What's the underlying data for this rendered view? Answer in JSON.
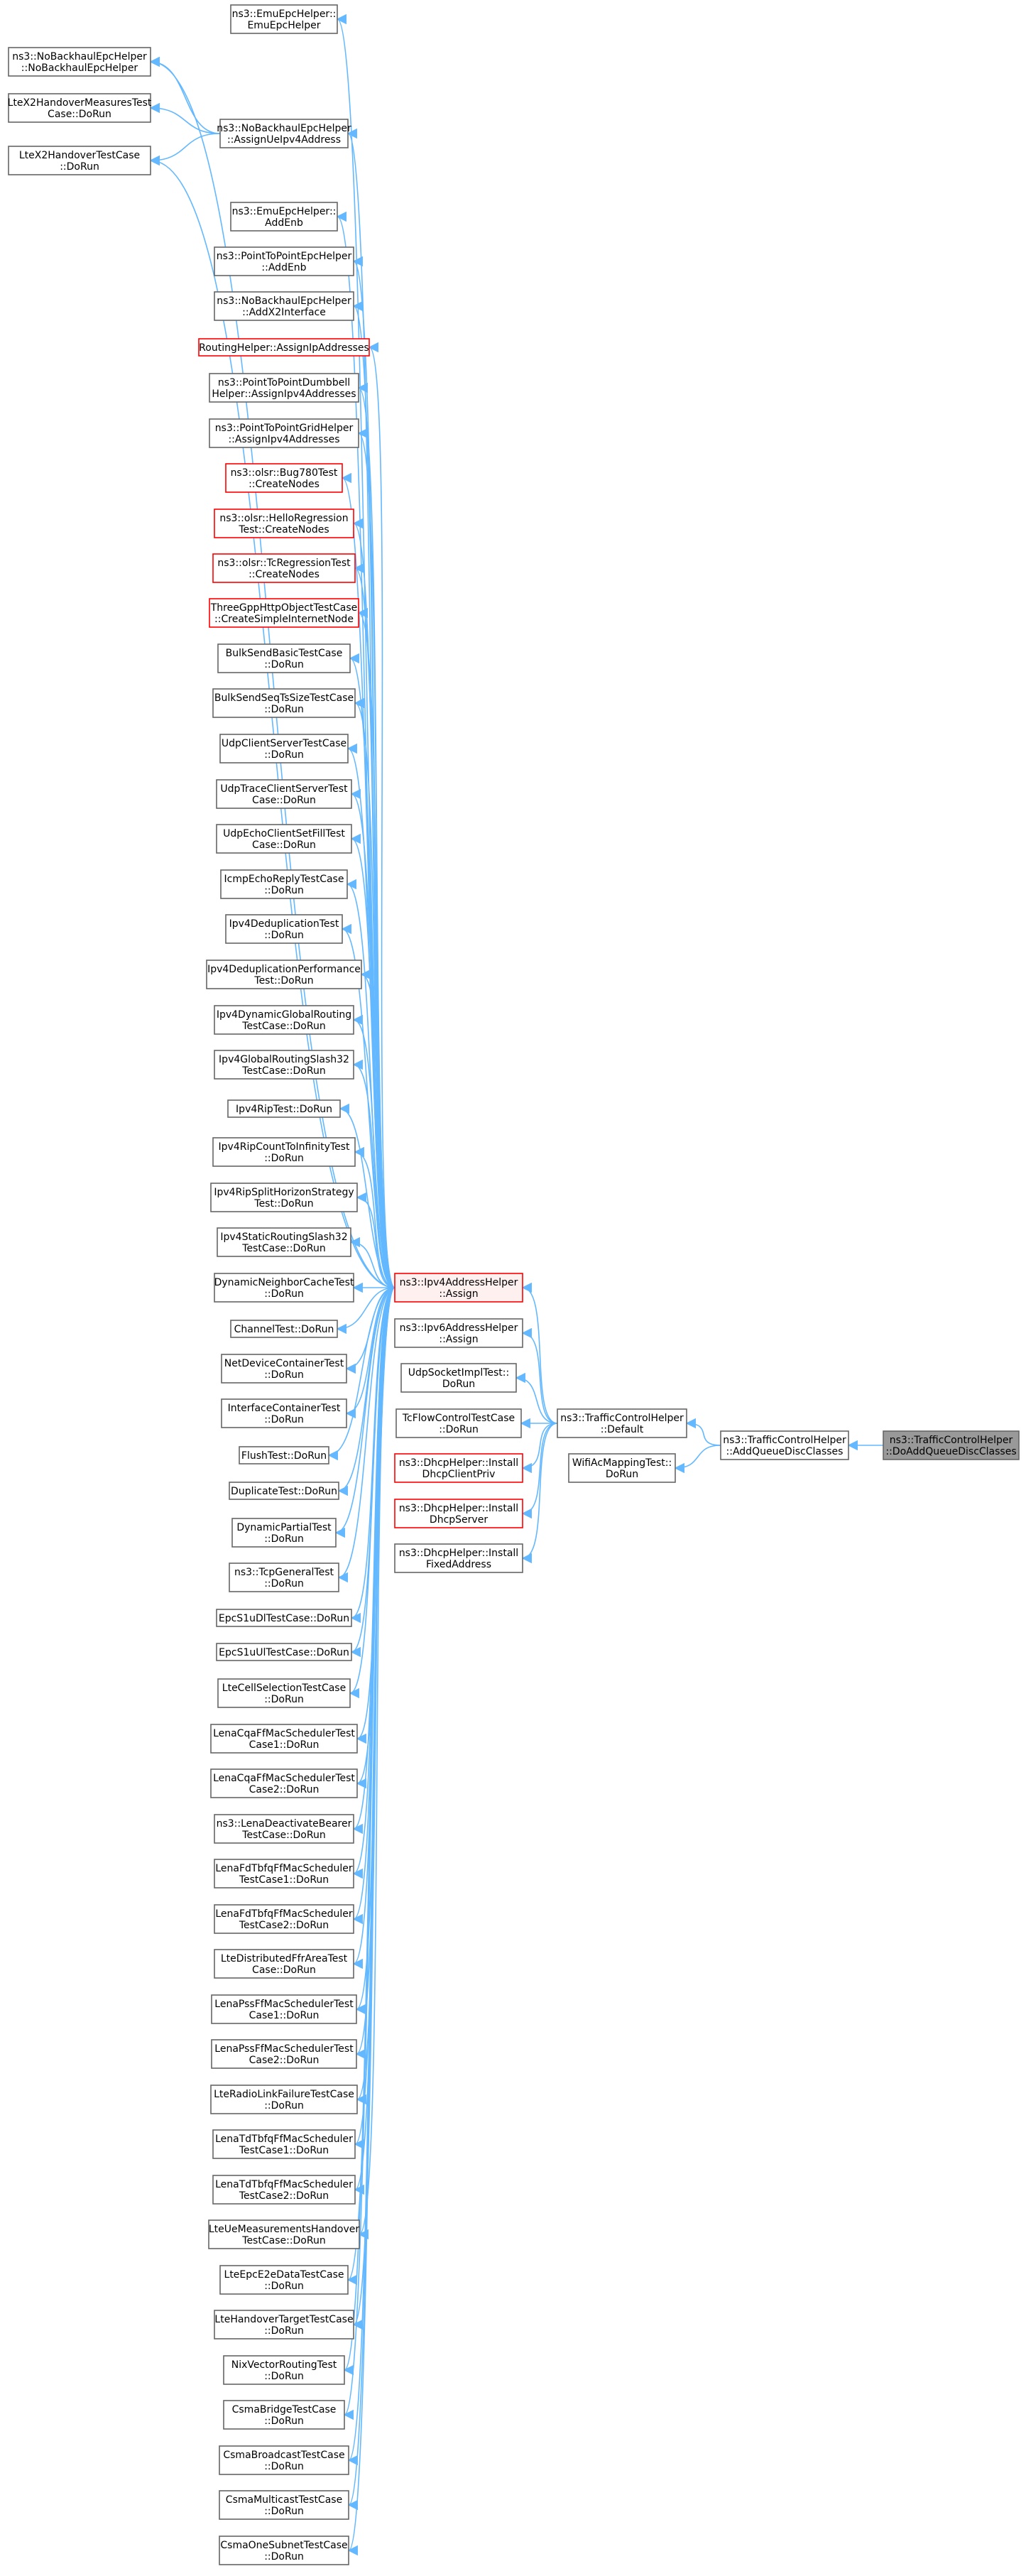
{
  "graph": {
    "title": "",
    "nodes": [
      {
        "id": "n0",
        "lines": [
          "ns3::EmuEpcHelper::",
          "EmuEpcHelper"
        ],
        "style": "normal"
      },
      {
        "id": "n1",
        "lines": [
          "ns3::NoBackhaulEpcHelper",
          "::NoBackhaulEpcHelper"
        ],
        "style": "normal"
      },
      {
        "id": "n2",
        "lines": [
          "LteX2HandoverMeasuresTest",
          "Case::DoRun"
        ],
        "style": "normal"
      },
      {
        "id": "n3",
        "lines": [
          "LteX2HandoverTestCase",
          "::DoRun"
        ],
        "style": "normal"
      },
      {
        "id": "n4",
        "lines": [
          "ns3::NoBackhaulEpcHelper",
          "::AssignUeIpv4Address"
        ],
        "style": "normal"
      },
      {
        "id": "n5",
        "lines": [
          "ns3::EmuEpcHelper::",
          "AddEnb"
        ],
        "style": "normal"
      },
      {
        "id": "n6",
        "lines": [
          "ns3::PointToPointEpcHelper",
          "::AddEnb"
        ],
        "style": "normal"
      },
      {
        "id": "n7",
        "lines": [
          "ns3::NoBackhaulEpcHelper",
          "::AddX2Interface"
        ],
        "style": "normal"
      },
      {
        "id": "n8",
        "lines": [
          "RoutingHelper::AssignIpAddresses"
        ],
        "style": "red"
      },
      {
        "id": "n9",
        "lines": [
          "ns3::PointToPointDumbbell",
          "Helper::AssignIpv4Addresses"
        ],
        "style": "normal"
      },
      {
        "id": "n10",
        "lines": [
          "ns3::PointToPointGridHelper",
          "::AssignIpv4Addresses"
        ],
        "style": "normal"
      },
      {
        "id": "n11",
        "lines": [
          "ns3::olsr::Bug780Test",
          "::CreateNodes"
        ],
        "style": "red"
      },
      {
        "id": "n12",
        "lines": [
          "ns3::olsr::HelloRegression",
          "Test::CreateNodes"
        ],
        "style": "red"
      },
      {
        "id": "n13",
        "lines": [
          "ns3::olsr::TcRegressionTest",
          "::CreateNodes"
        ],
        "style": "red"
      },
      {
        "id": "n14",
        "lines": [
          "ThreeGppHttpObjectTestCase",
          "::CreateSimpleInternetNode"
        ],
        "style": "red"
      },
      {
        "id": "n15",
        "lines": [
          "BulkSendBasicTestCase",
          "::DoRun"
        ],
        "style": "normal"
      },
      {
        "id": "n16",
        "lines": [
          "BulkSendSeqTsSizeTestCase",
          "::DoRun"
        ],
        "style": "normal"
      },
      {
        "id": "n17",
        "lines": [
          "UdpClientServerTestCase",
          "::DoRun"
        ],
        "style": "normal"
      },
      {
        "id": "n18",
        "lines": [
          "UdpTraceClientServerTest",
          "Case::DoRun"
        ],
        "style": "normal"
      },
      {
        "id": "n19",
        "lines": [
          "UdpEchoClientSetFillTest",
          "Case::DoRun"
        ],
        "style": "normal"
      },
      {
        "id": "n20",
        "lines": [
          "IcmpEchoReplyTestCase",
          "::DoRun"
        ],
        "style": "normal"
      },
      {
        "id": "n21",
        "lines": [
          "Ipv4DeduplicationTest",
          "::DoRun"
        ],
        "style": "normal"
      },
      {
        "id": "n22",
        "lines": [
          "Ipv4DeduplicationPerformance",
          "Test::DoRun"
        ],
        "style": "normal"
      },
      {
        "id": "n23",
        "lines": [
          "Ipv4DynamicGlobalRouting",
          "TestCase::DoRun"
        ],
        "style": "normal"
      },
      {
        "id": "n24",
        "lines": [
          "Ipv4GlobalRoutingSlash32",
          "TestCase::DoRun"
        ],
        "style": "normal"
      },
      {
        "id": "n25",
        "lines": [
          "Ipv4RipTest::DoRun"
        ],
        "style": "normal"
      },
      {
        "id": "n26",
        "lines": [
          "Ipv4RipCountToInfinityTest",
          "::DoRun"
        ],
        "style": "normal"
      },
      {
        "id": "n27",
        "lines": [
          "Ipv4RipSplitHorizonStrategy",
          "Test::DoRun"
        ],
        "style": "normal"
      },
      {
        "id": "n28",
        "lines": [
          "Ipv4StaticRoutingSlash32",
          "TestCase::DoRun"
        ],
        "style": "normal"
      },
      {
        "id": "n29",
        "lines": [
          "DynamicNeighborCacheTest",
          "::DoRun"
        ],
        "style": "normal"
      },
      {
        "id": "n30",
        "lines": [
          "ChannelTest::DoRun"
        ],
        "style": "normal"
      },
      {
        "id": "n31",
        "lines": [
          "NetDeviceContainerTest",
          "::DoRun"
        ],
        "style": "normal"
      },
      {
        "id": "n32",
        "lines": [
          "InterfaceContainerTest",
          "::DoRun"
        ],
        "style": "normal"
      },
      {
        "id": "n33",
        "lines": [
          "FlushTest::DoRun"
        ],
        "style": "normal"
      },
      {
        "id": "n34",
        "lines": [
          "DuplicateTest::DoRun"
        ],
        "style": "normal"
      },
      {
        "id": "n35",
        "lines": [
          "DynamicPartialTest",
          "::DoRun"
        ],
        "style": "normal"
      },
      {
        "id": "n36",
        "lines": [
          "ns3::TcpGeneralTest",
          "::DoRun"
        ],
        "style": "normal"
      },
      {
        "id": "n37",
        "lines": [
          "EpcS1uDlTestCase::DoRun"
        ],
        "style": "normal"
      },
      {
        "id": "n38",
        "lines": [
          "EpcS1uUlTestCase::DoRun"
        ],
        "style": "normal"
      },
      {
        "id": "n39",
        "lines": [
          "LteCellSelectionTestCase",
          "::DoRun"
        ],
        "style": "normal"
      },
      {
        "id": "n40",
        "lines": [
          "LenaCqaFfMacSchedulerTest",
          "Case1::DoRun"
        ],
        "style": "normal"
      },
      {
        "id": "n41",
        "lines": [
          "LenaCqaFfMacSchedulerTest",
          "Case2::DoRun"
        ],
        "style": "normal"
      },
      {
        "id": "n42",
        "lines": [
          "ns3::LenaDeactivateBearer",
          "TestCase::DoRun"
        ],
        "style": "normal"
      },
      {
        "id": "n43",
        "lines": [
          "LenaFdTbfqFfMacScheduler",
          "TestCase1::DoRun"
        ],
        "style": "normal"
      },
      {
        "id": "n44",
        "lines": [
          "LenaFdTbfqFfMacScheduler",
          "TestCase2::DoRun"
        ],
        "style": "normal"
      },
      {
        "id": "n45",
        "lines": [
          "LteDistributedFfrAreaTest",
          "Case::DoRun"
        ],
        "style": "normal"
      },
      {
        "id": "n46",
        "lines": [
          "LenaPssFfMacSchedulerTest",
          "Case1::DoRun"
        ],
        "style": "normal"
      },
      {
        "id": "n47",
        "lines": [
          "LenaPssFfMacSchedulerTest",
          "Case2::DoRun"
        ],
        "style": "normal"
      },
      {
        "id": "n48",
        "lines": [
          "LteRadioLinkFailureTestCase",
          "::DoRun"
        ],
        "style": "normal"
      },
      {
        "id": "n49",
        "lines": [
          "LenaTdTbfqFfMacScheduler",
          "TestCase1::DoRun"
        ],
        "style": "normal"
      },
      {
        "id": "n50",
        "lines": [
          "LenaTdTbfqFfMacScheduler",
          "TestCase2::DoRun"
        ],
        "style": "normal"
      },
      {
        "id": "n51",
        "lines": [
          "LteUeMeasurementsHandover",
          "TestCase::DoRun"
        ],
        "style": "normal"
      },
      {
        "id": "n52",
        "lines": [
          "LteEpcE2eDataTestCase",
          "::DoRun"
        ],
        "style": "normal"
      },
      {
        "id": "n53",
        "lines": [
          "LteHandoverTargetTestCase",
          "::DoRun"
        ],
        "style": "normal"
      },
      {
        "id": "n54",
        "lines": [
          "NixVectorRoutingTest",
          "::DoRun"
        ],
        "style": "normal"
      },
      {
        "id": "n55",
        "lines": [
          "CsmaBridgeTestCase",
          "::DoRun"
        ],
        "style": "normal"
      },
      {
        "id": "n56",
        "lines": [
          "CsmaBroadcastTestCase",
          "::DoRun"
        ],
        "style": "normal"
      },
      {
        "id": "n57",
        "lines": [
          "CsmaMulticastTestCase",
          "::DoRun"
        ],
        "style": "normal"
      },
      {
        "id": "n58",
        "lines": [
          "CsmaOneSubnetTestCase",
          "::DoRun"
        ],
        "style": "normal"
      },
      {
        "id": "n59",
        "lines": [
          "ns3::Ipv4AddressHelper",
          "::Assign"
        ],
        "style": "focus"
      },
      {
        "id": "n60",
        "lines": [
          "ns3::Ipv6AddressHelper",
          "::Assign"
        ],
        "style": "normal"
      },
      {
        "id": "n61",
        "lines": [
          "UdpSocketImplTest::",
          "DoRun"
        ],
        "style": "normal"
      },
      {
        "id": "n62",
        "lines": [
          "TcFlowControlTestCase",
          "::DoRun"
        ],
        "style": "normal"
      },
      {
        "id": "n63",
        "lines": [
          "ns3::DhcpHelper::Install",
          "DhcpClientPriv"
        ],
        "style": "red"
      },
      {
        "id": "n64",
        "lines": [
          "ns3::DhcpHelper::Install",
          "DhcpServer"
        ],
        "style": "red"
      },
      {
        "id": "n65",
        "lines": [
          "ns3::DhcpHelper::Install",
          "FixedAddress"
        ],
        "style": "normal"
      },
      {
        "id": "n66",
        "lines": [
          "ns3::TrafficControlHelper",
          "::Default"
        ],
        "style": "normal"
      },
      {
        "id": "n67",
        "lines": [
          "WifiAcMappingTest::",
          "DoRun"
        ],
        "style": "normal"
      },
      {
        "id": "n68",
        "lines": [
          "ns3::TrafficControlHelper",
          "::AddQueueDiscClasses"
        ],
        "style": "normal"
      },
      {
        "id": "n69",
        "lines": [
          "ns3::TrafficControlHelper",
          "::DoAddQueueDiscClasses"
        ],
        "style": "root"
      }
    ],
    "edges": [
      [
        "n1",
        "n4"
      ],
      [
        "n2",
        "n4"
      ],
      [
        "n3",
        "n4"
      ],
      [
        "n0",
        "n59"
      ],
      [
        "n1",
        "n59"
      ],
      [
        "n3",
        "n59"
      ],
      [
        "n4",
        "n59"
      ],
      [
        "n5",
        "n59"
      ],
      [
        "n6",
        "n59"
      ],
      [
        "n7",
        "n59"
      ],
      [
        "n8",
        "n59"
      ],
      [
        "n9",
        "n59"
      ],
      [
        "n10",
        "n59"
      ],
      [
        "n11",
        "n59"
      ],
      [
        "n12",
        "n59"
      ],
      [
        "n13",
        "n59"
      ],
      [
        "n14",
        "n59"
      ],
      [
        "n15",
        "n59"
      ],
      [
        "n16",
        "n59"
      ],
      [
        "n17",
        "n59"
      ],
      [
        "n18",
        "n59"
      ],
      [
        "n19",
        "n59"
      ],
      [
        "n20",
        "n59"
      ],
      [
        "n21",
        "n59"
      ],
      [
        "n22",
        "n59"
      ],
      [
        "n23",
        "n59"
      ],
      [
        "n24",
        "n59"
      ],
      [
        "n25",
        "n59"
      ],
      [
        "n26",
        "n59"
      ],
      [
        "n27",
        "n59"
      ],
      [
        "n28",
        "n59"
      ],
      [
        "n29",
        "n59"
      ],
      [
        "n30",
        "n59"
      ],
      [
        "n31",
        "n59"
      ],
      [
        "n32",
        "n59"
      ],
      [
        "n33",
        "n59"
      ],
      [
        "n34",
        "n59"
      ],
      [
        "n35",
        "n59"
      ],
      [
        "n36",
        "n59"
      ],
      [
        "n37",
        "n59"
      ],
      [
        "n38",
        "n59"
      ],
      [
        "n39",
        "n59"
      ],
      [
        "n40",
        "n59"
      ],
      [
        "n41",
        "n59"
      ],
      [
        "n42",
        "n59"
      ],
      [
        "n43",
        "n59"
      ],
      [
        "n44",
        "n59"
      ],
      [
        "n45",
        "n59"
      ],
      [
        "n46",
        "n59"
      ],
      [
        "n47",
        "n59"
      ],
      [
        "n48",
        "n59"
      ],
      [
        "n49",
        "n59"
      ],
      [
        "n50",
        "n59"
      ],
      [
        "n51",
        "n59"
      ],
      [
        "n52",
        "n59"
      ],
      [
        "n53",
        "n59"
      ],
      [
        "n54",
        "n59"
      ],
      [
        "n55",
        "n59"
      ],
      [
        "n56",
        "n59"
      ],
      [
        "n57",
        "n59"
      ],
      [
        "n58",
        "n59"
      ],
      [
        "n59",
        "n66"
      ],
      [
        "n60",
        "n66"
      ],
      [
        "n61",
        "n66"
      ],
      [
        "n62",
        "n66"
      ],
      [
        "n63",
        "n66"
      ],
      [
        "n64",
        "n66"
      ],
      [
        "n65",
        "n66"
      ],
      [
        "n66",
        "n68"
      ],
      [
        "n67",
        "n68"
      ],
      [
        "n68",
        "n69"
      ]
    ]
  }
}
